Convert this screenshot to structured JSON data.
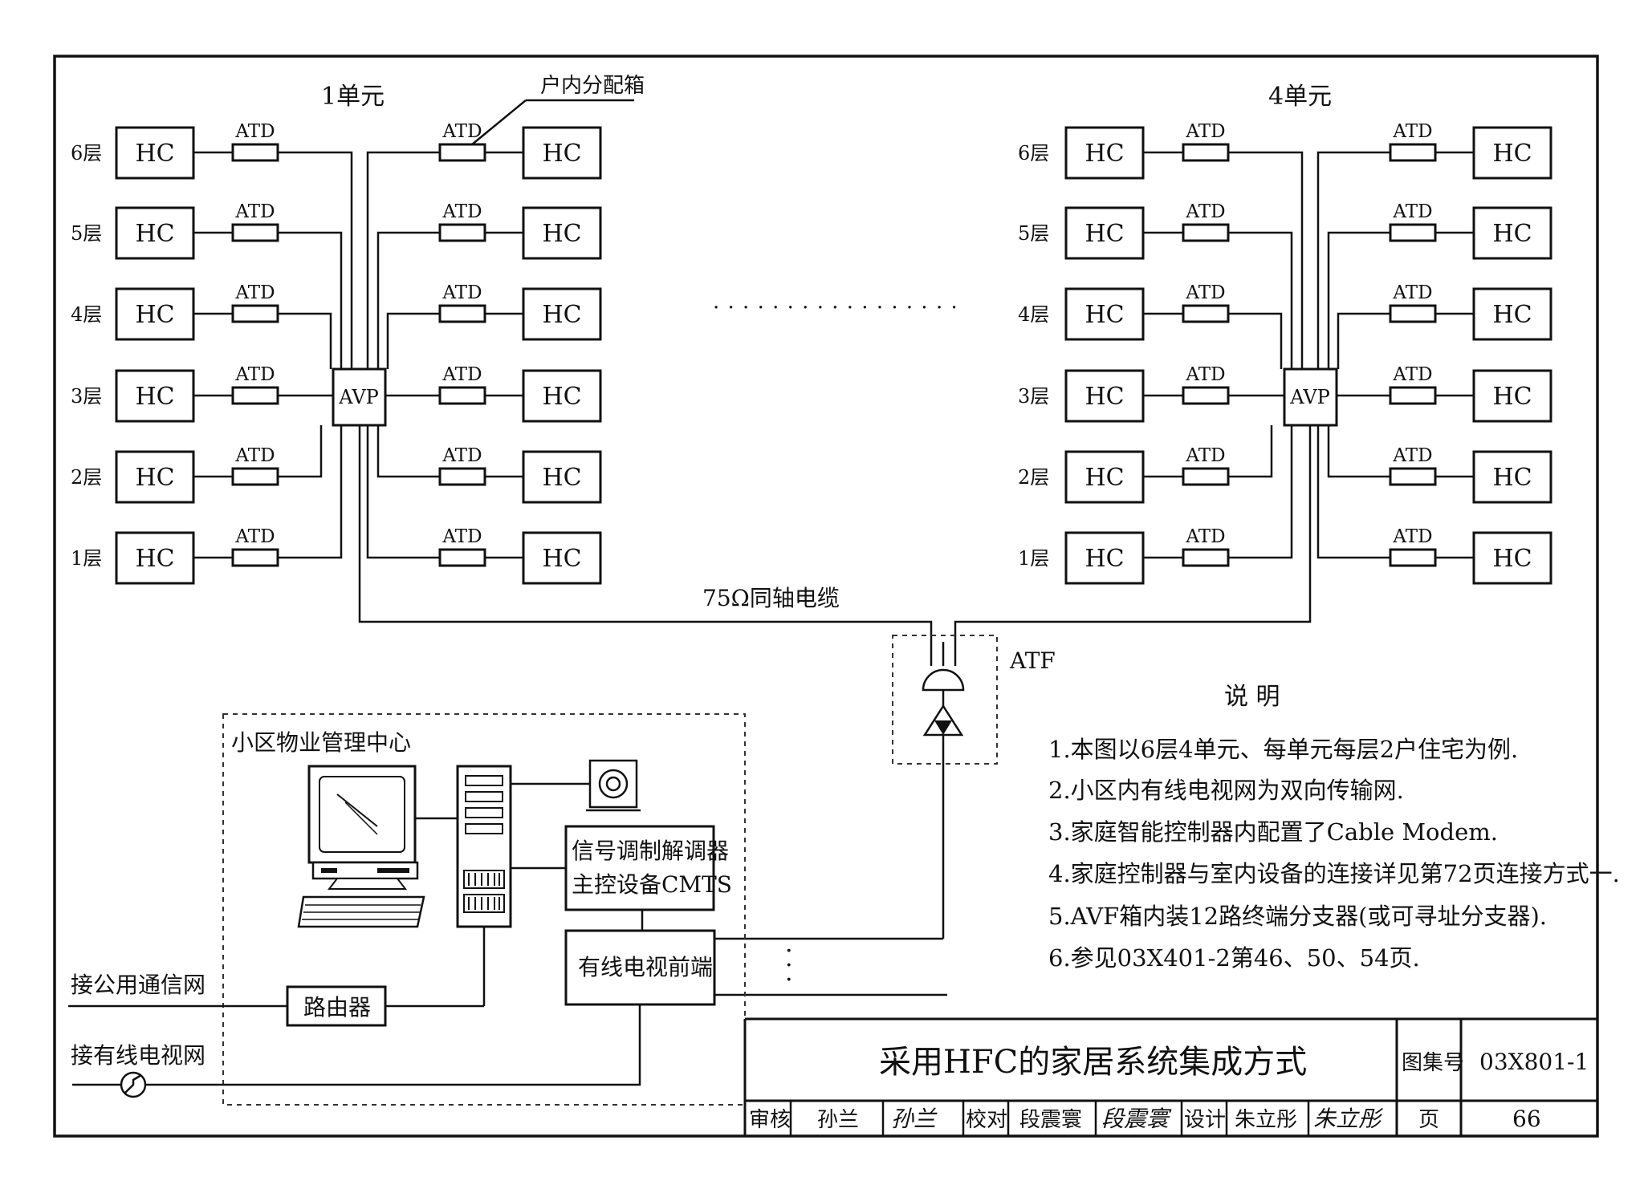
{
  "unit_left": "1单元",
  "unit_right": "4单元",
  "box_label": "户内分配箱",
  "floors": [
    "6层",
    "5层",
    "4层",
    "3层",
    "2层",
    "1层"
  ],
  "hc": "HC",
  "atd": "ATD",
  "avp": "AVP",
  "ellipsis": "· · · · · · · · · · · · · · · · ·",
  "cable": "75Ω同轴电缆",
  "atf": "ATF",
  "center": {
    "title": "小区物业管理中心",
    "cmts_line1": "信号调制解调器",
    "cmts_line2": "主控设备CMTS",
    "headend": "有线电视前端",
    "router": "路由器"
  },
  "left_labels": {
    "public_net": "接公用通信网",
    "catv_net": "接有线电视网"
  },
  "notes": {
    "heading": "说  明",
    "items": [
      "1.本图以6层4单元、每单元每层2户住宅为例.",
      "2.小区内有线电视网为双向传输网.",
      "3.家庭智能控制器内配置了Cable Modem.",
      "4.家庭控制器与室内设备的连接详见第72页连接方式一.",
      "5.AVF箱内装12路终端分支器(或可寻址分支器).",
      "6.参见03X401-2第46、50、54页."
    ]
  },
  "title_block": {
    "title": "采用HFC的家居系统集成方式",
    "atlas_label": "图集号",
    "atlas_no": "03X801-1",
    "review_label": "审核",
    "reviewer": "孙兰",
    "reviewer_sig": "孙兰",
    "check_label": "校对",
    "checker": "段震寰",
    "checker_sig": "段震寰",
    "design_label": "设计",
    "designer": "朱立彤",
    "designer_sig": "朱立彤",
    "page_label": "页",
    "page_no": "66"
  }
}
